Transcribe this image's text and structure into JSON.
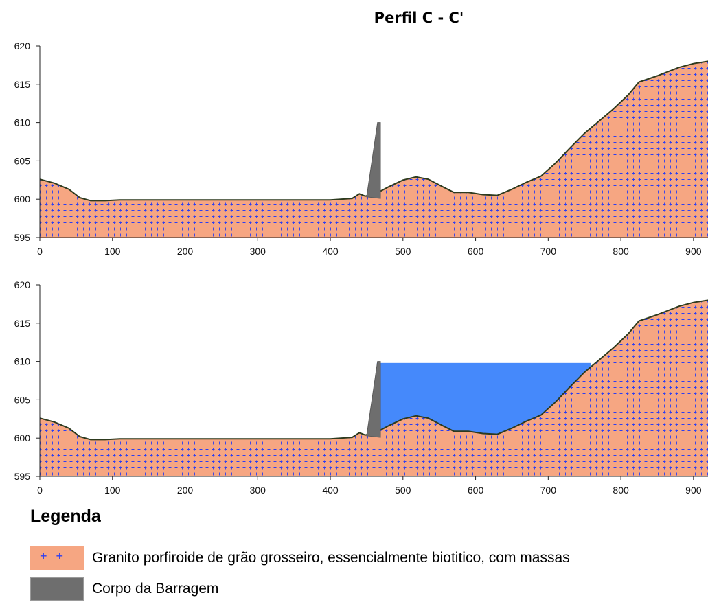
{
  "title": "Perfil C - C'",
  "chart_data": [
    {
      "type": "area",
      "xlim": [
        0,
        920
      ],
      "ylim": [
        595,
        620
      ],
      "x_ticks": [
        0,
        100,
        200,
        300,
        400,
        500,
        600,
        700,
        800,
        900
      ],
      "y_ticks": [
        595,
        600,
        605,
        610,
        615,
        620
      ],
      "series": [
        {
          "points": [
            [
              0,
              602.6
            ],
            [
              20,
              602.1
            ],
            [
              40,
              601.3
            ],
            [
              55,
              600.2
            ],
            [
              70,
              599.8
            ],
            [
              90,
              599.8
            ],
            [
              110,
              599.9
            ],
            [
              200,
              599.9
            ],
            [
              300,
              599.9
            ],
            [
              400,
              599.9
            ],
            [
              430,
              600.1
            ],
            [
              440,
              600.7
            ],
            [
              448,
              600.4
            ],
            [
              462,
              600.7
            ],
            [
              480,
              601.6
            ],
            [
              500,
              602.5
            ],
            [
              518,
              602.9
            ],
            [
              535,
              602.6
            ],
            [
              555,
              601.6
            ],
            [
              570,
              600.9
            ],
            [
              590,
              600.9
            ],
            [
              610,
              600.6
            ],
            [
              630,
              600.5
            ],
            [
              650,
              601.3
            ],
            [
              670,
              602.2
            ],
            [
              690,
              603.0
            ],
            [
              710,
              604.7
            ],
            [
              730,
              606.7
            ],
            [
              750,
              608.6
            ],
            [
              770,
              610.2
            ],
            [
              790,
              611.8
            ],
            [
              810,
              613.6
            ],
            [
              825,
              615.3
            ],
            [
              850,
              616.1
            ],
            [
              880,
              617.2
            ],
            [
              900,
              617.7
            ],
            [
              920,
              618.0
            ]
          ]
        }
      ],
      "dam": {
        "base_left": 450,
        "base_right": 469,
        "top_x": 465,
        "base_elev": 600.3,
        "crest_elev": 610.0
      },
      "reservoir": null
    },
    {
      "type": "area",
      "xlim": [
        0,
        920
      ],
      "ylim": [
        595,
        620
      ],
      "x_ticks": [
        0,
        100,
        200,
        300,
        400,
        500,
        600,
        700,
        800,
        900
      ],
      "y_ticks": [
        595,
        600,
        605,
        610,
        615,
        620
      ],
      "series": [
        {
          "points": [
            [
              0,
              602.6
            ],
            [
              20,
              602.1
            ],
            [
              40,
              601.3
            ],
            [
              55,
              600.2
            ],
            [
              70,
              599.8
            ],
            [
              90,
              599.8
            ],
            [
              110,
              599.9
            ],
            [
              200,
              599.9
            ],
            [
              300,
              599.9
            ],
            [
              400,
              599.9
            ],
            [
              430,
              600.1
            ],
            [
              440,
              600.7
            ],
            [
              448,
              600.4
            ],
            [
              462,
              600.7
            ],
            [
              480,
              601.6
            ],
            [
              500,
              602.5
            ],
            [
              518,
              602.9
            ],
            [
              535,
              602.6
            ],
            [
              555,
              601.6
            ],
            [
              570,
              600.9
            ],
            [
              590,
              600.9
            ],
            [
              610,
              600.6
            ],
            [
              630,
              600.5
            ],
            [
              650,
              601.3
            ],
            [
              670,
              602.2
            ],
            [
              690,
              603.0
            ],
            [
              710,
              604.7
            ],
            [
              730,
              606.7
            ],
            [
              750,
              608.6
            ],
            [
              770,
              610.2
            ],
            [
              790,
              611.8
            ],
            [
              810,
              613.6
            ],
            [
              825,
              615.3
            ],
            [
              850,
              616.1
            ],
            [
              880,
              617.2
            ],
            [
              900,
              617.7
            ],
            [
              920,
              618.0
            ]
          ]
        }
      ],
      "dam": {
        "base_left": 450,
        "base_right": 469,
        "top_x": 465,
        "base_elev": 600.3,
        "crest_elev": 610.0
      },
      "reservoir": {
        "level": 609.8
      }
    }
  ],
  "legend": {
    "title": "Legenda",
    "items": [
      {
        "label": "Granito porfiroide de grão grosseiro, essencialmente biotitico, com massas",
        "swatch": "granite",
        "symbols": "+ +"
      },
      {
        "label": "Corpo da Barragem",
        "swatch": "dam"
      }
    ]
  },
  "colors": {
    "terrain": "#f6a682",
    "terrain_pattern": "#2b3ef2",
    "terrain_outline": "#2d3a1e",
    "dam": "#6e6e6e",
    "reservoir": "#4589fb"
  }
}
